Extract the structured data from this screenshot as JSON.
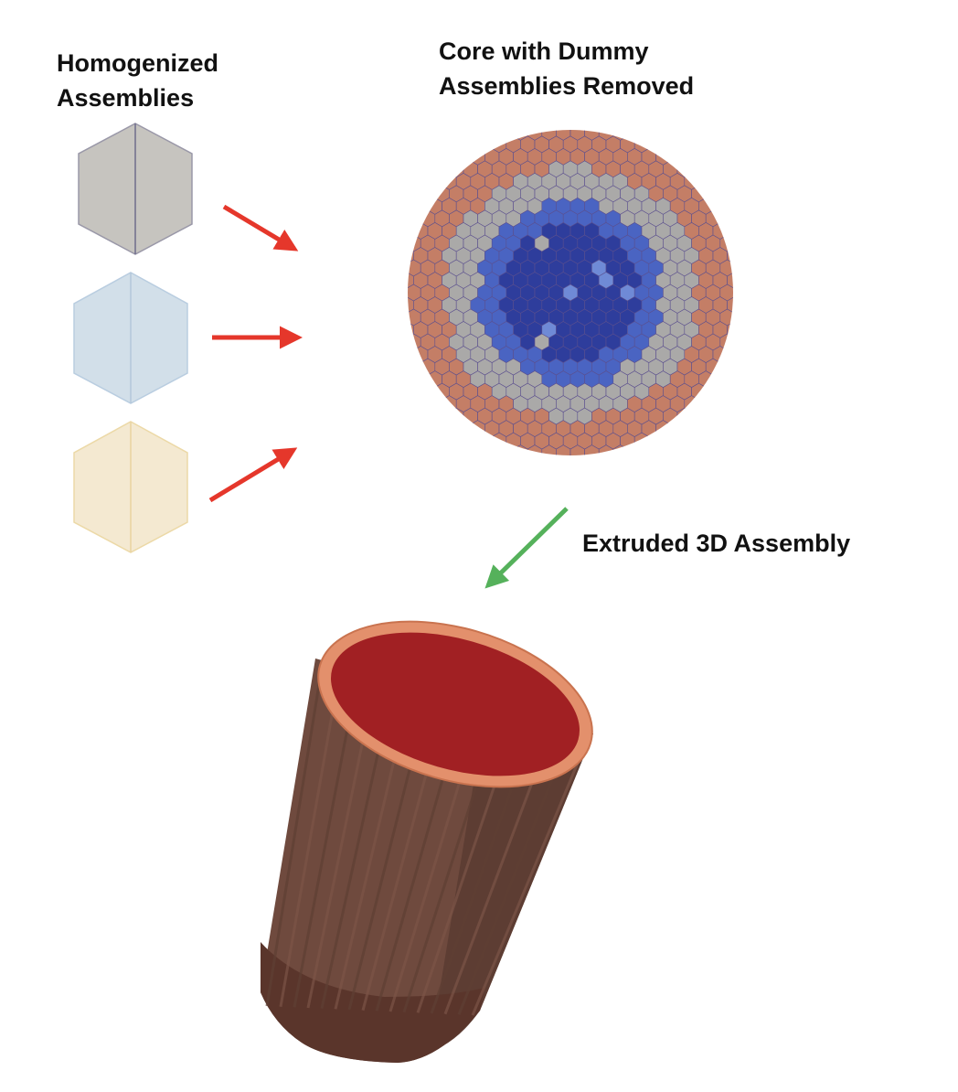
{
  "labels": {
    "homogenized": [
      "Homogenized",
      "Assemblies"
    ],
    "core": [
      "Core with Dummy",
      "Assemblies Removed"
    ],
    "extruded": "Extruded 3D Assembly"
  },
  "colors": {
    "hex_gray": "#c6c4bf",
    "hex_blue": "#d2dfe9",
    "hex_yellow": "#f4e9d1",
    "arrow_red": "#e5372b",
    "arrow_green": "#55b15b",
    "core_dark_blue": "#2e3d9c",
    "core_mid_blue": "#4a64c2",
    "core_light_blue": "#6f8ad6",
    "core_gray": "#aaa9a8",
    "core_orange": "#c47e66",
    "cyl_top": "#a12023",
    "cyl_rim": "#e3906c",
    "cyl_side": "#6f4a3e",
    "cyl_side_dark": "#5d3d33"
  }
}
